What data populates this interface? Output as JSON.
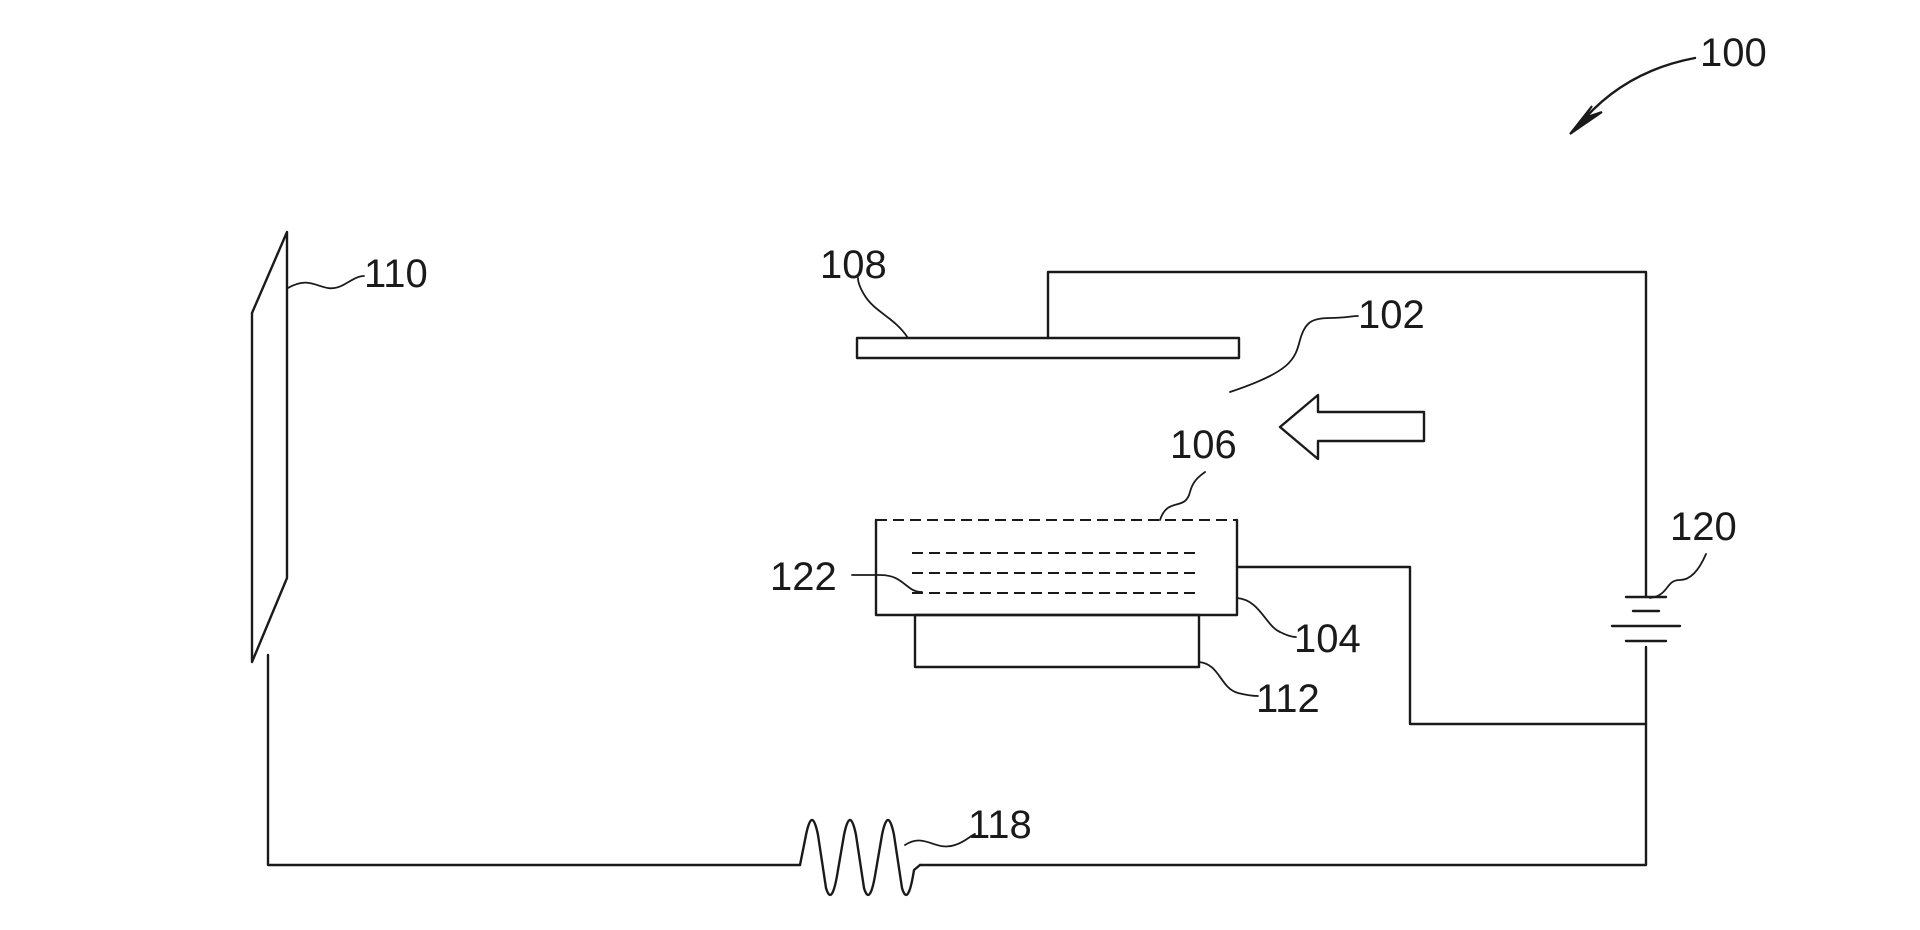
{
  "figure": {
    "colors": {
      "ink": "#1a1a1a",
      "background": "#ffffff"
    },
    "labels": {
      "r100": "100",
      "r102": "102",
      "r104": "104",
      "r106": "106",
      "r108": "108",
      "r110": "110",
      "r112": "112",
      "r118": "118",
      "r120": "120",
      "r122": "122"
    }
  }
}
